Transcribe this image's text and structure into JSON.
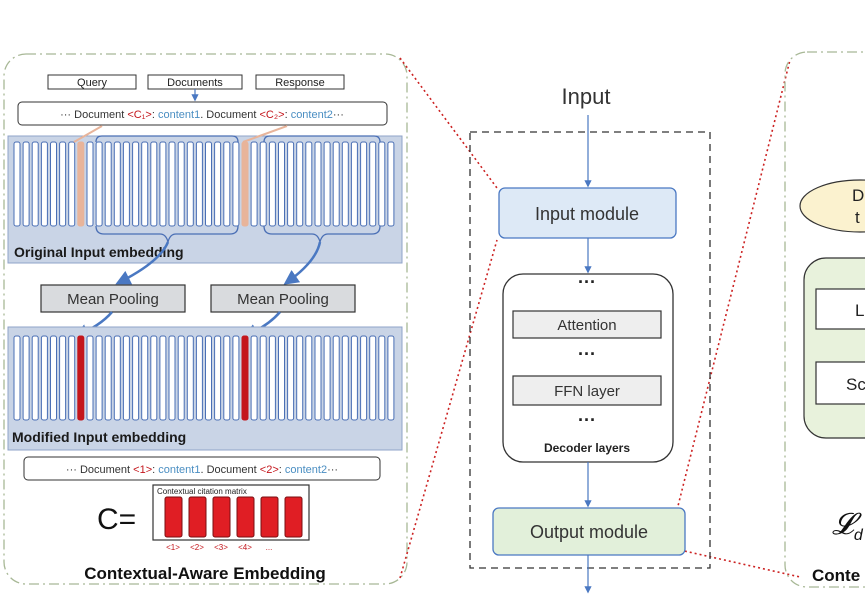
{
  "left_panel": {
    "top_tabs": [
      "Query",
      "Documents",
      "Response"
    ],
    "doc_line_top": {
      "prefix": "··· Document ",
      "cite1": "<C₁>",
      "mid1": ": ",
      "content1": "content1",
      "mid2": ". Document ",
      "cite2": "<C₂>",
      "mid3": ": ",
      "content2": "content2",
      "suffix": "···"
    },
    "original_embedding_label": "Original Input embedding",
    "mean_pooling_left": "Mean Pooling",
    "mean_pooling_right": "Mean Pooling",
    "modified_embedding_label": "Modified Input embedding",
    "doc_line_bottom": {
      "prefix": "··· Document ",
      "cite1": "<1>",
      "mid1": ": ",
      "content1": "content1",
      "mid2": ". Document ",
      "cite2": "<2>",
      "mid3": ": ",
      "content2": "content2",
      "suffix": "···"
    },
    "c_equals": "C=",
    "matrix_title": "Contextual citation matrix",
    "matrix_ticks": [
      "<1>",
      "<2>",
      "<3>",
      "<4>",
      "..."
    ],
    "panel_title": "Contextual-Aware Embedding"
  },
  "middle_panel": {
    "input_label": "Input",
    "input_module": "Input module",
    "dots": "···",
    "attention": "Attention",
    "ffn_layer": "FFN layer",
    "decoder_layers": "Decoder layers",
    "output_module": "Output module"
  },
  "right_panel": {
    "ellipse_text_1": "D",
    "ellipse_text_2": "t",
    "box1_text": "L",
    "box2_text": "Sc",
    "formula": "𝓛",
    "formula_sub": "d",
    "title_fragment": "Conte"
  },
  "colors": {
    "embed_bg": "#c9d4e6",
    "bar_stroke": "#4a6fb5",
    "highlight_red": "#c4161c",
    "peach": "#e8b49a",
    "input_module_fill": "#dde9f6",
    "output_module_fill": "#e2f0da",
    "dashed_red": "#cc2222",
    "panel_border": "#a8b896",
    "ellipse_fill": "#fbf2cf",
    "right_box_fill": "#e8f2dc"
  }
}
